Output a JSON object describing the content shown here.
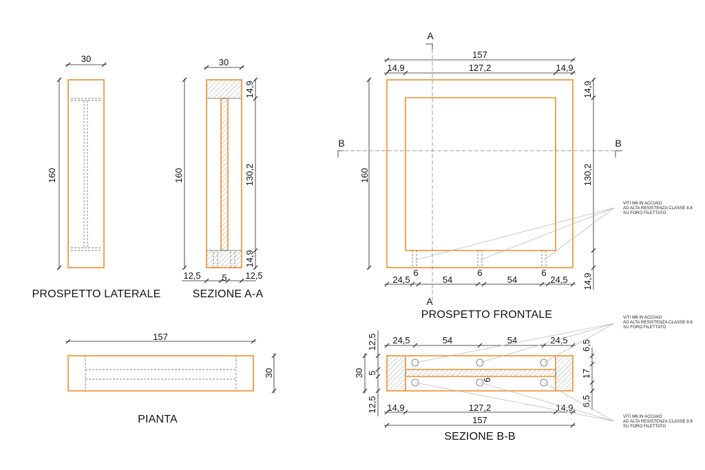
{
  "titles": {
    "side_view": "PROSPETTO LATERALE",
    "section_aa": "SEZIONE A-A",
    "front_view": "PROSPETTO FRONTALE",
    "plan": "PIANTA",
    "section_bb": "SEZIONE B-B"
  },
  "cut_labels": {
    "a": "A",
    "b": "B"
  },
  "note_lines": [
    "VITI M6 IN ACCIAIO",
    "AD ALTA RESISTENZA CLASSE 8.8",
    "SU FORO FILETTATO"
  ],
  "dims": {
    "d30": "30",
    "d160": "160",
    "d149": "14,9",
    "d1302": "130,2",
    "d125": "12,5",
    "d5": "5",
    "d157": "157",
    "d1272": "127,2",
    "d245": "24,5",
    "d54": "54",
    "d6": "6",
    "d65": "6,5",
    "d17": "17"
  },
  "colors": {
    "frame": "#f28c28",
    "dimension": "#222222",
    "leader": "#bbbbbb"
  }
}
